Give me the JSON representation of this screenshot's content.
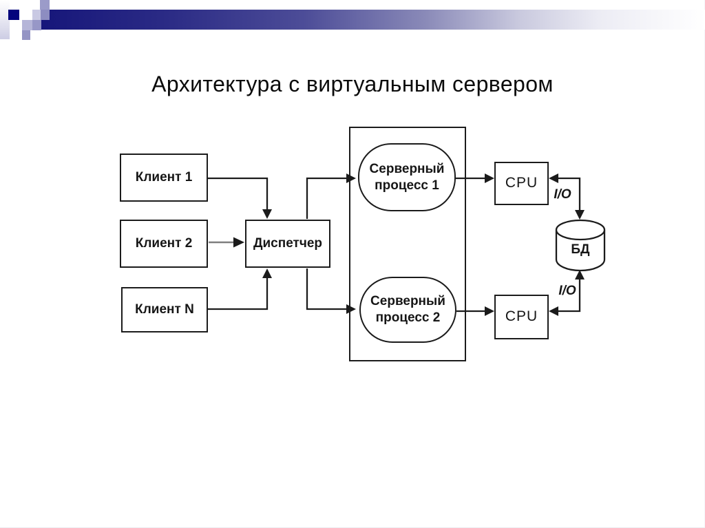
{
  "slide": {
    "title": "Архитектура с виртуальным сервером"
  },
  "colors": {
    "accent_navy": "#04047d",
    "bar_gradient_start": "#16167a",
    "bar_gradient_end": "#ffffff",
    "line": "#1b1b1b",
    "client2_arrow_shaft": "#7e7e7e"
  },
  "diagram": {
    "clients": [
      {
        "label": "Клиент 1"
      },
      {
        "label": "Клиент 2"
      },
      {
        "label": "Клиент N"
      }
    ],
    "dispatcher": {
      "label": "Диспетчер"
    },
    "server_group": {
      "processes": [
        {
          "label": "Серверный процесс 1"
        },
        {
          "label": "Серверный процесс 2"
        }
      ]
    },
    "cpus": [
      {
        "label": "CPU"
      },
      {
        "label": "CPU"
      }
    ],
    "io": [
      {
        "label": "I/O"
      },
      {
        "label": "I/O"
      }
    ],
    "database": {
      "label": "БД"
    }
  }
}
